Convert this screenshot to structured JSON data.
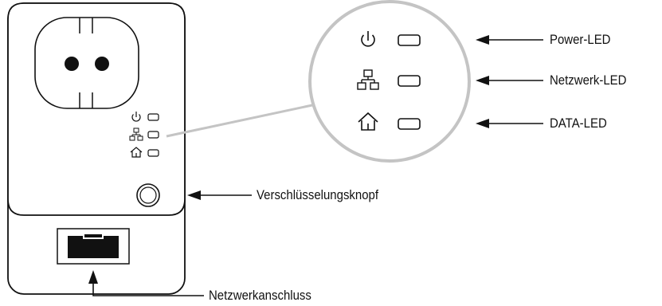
{
  "labels": {
    "power_led": "Power-LED",
    "netzwerk_led": "Netzwerk-LED",
    "data_led": "DATA-LED",
    "button": "Verschlüsselungsknopf",
    "port": "Netzwerkanschluss"
  },
  "icons": [
    "power-icon",
    "network-icon",
    "home-icon"
  ],
  "colors": {
    "line": "#111111",
    "callout_circle": "#c4c4c4",
    "port": "#111111"
  }
}
